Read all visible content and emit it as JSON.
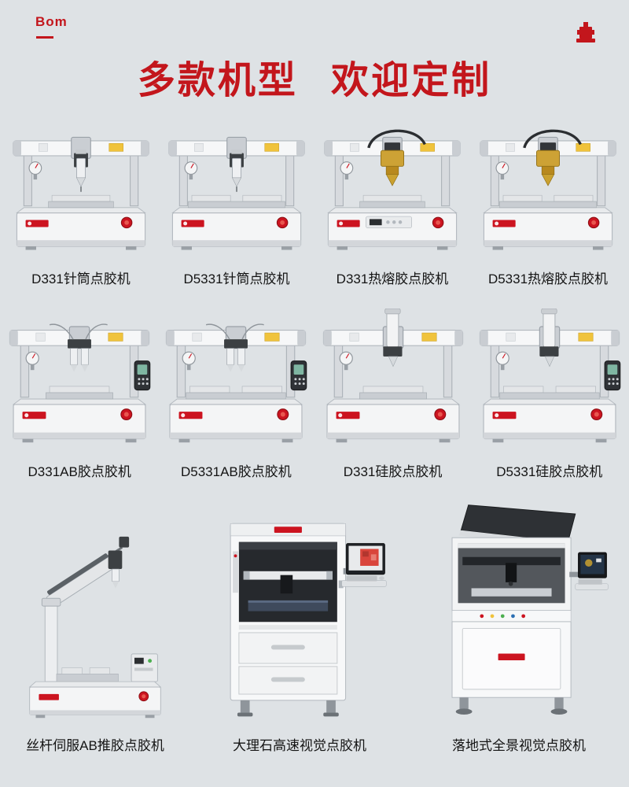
{
  "page": {
    "background": "#dee2e5",
    "accent": "#c3161c"
  },
  "header": {
    "brand": "Bom",
    "title": "多款机型 欢迎定制",
    "logo_icon": "press-machine-icon"
  },
  "colors": {
    "brand_red": "#c3161c",
    "machine_red": "#cc1420",
    "hotmelt_brass": "#cda235"
  },
  "products": [
    {
      "name": "D331针筒点胶机"
    },
    {
      "name": "D5331针筒点胶机"
    },
    {
      "name": "D331热熔胶点胶机"
    },
    {
      "name": "D5331热熔胶点胶机"
    },
    {
      "name": "D331AB胶点胶机"
    },
    {
      "name": "D5331AB胶点胶机"
    },
    {
      "name": "D331硅胶点胶机"
    },
    {
      "name": "D5331硅胶点胶机"
    },
    {
      "name": "丝杆伺服AB推胶点胶机"
    },
    {
      "name": "大理石高速视觉点胶机"
    },
    {
      "name": "落地式全景视觉点胶机"
    }
  ]
}
